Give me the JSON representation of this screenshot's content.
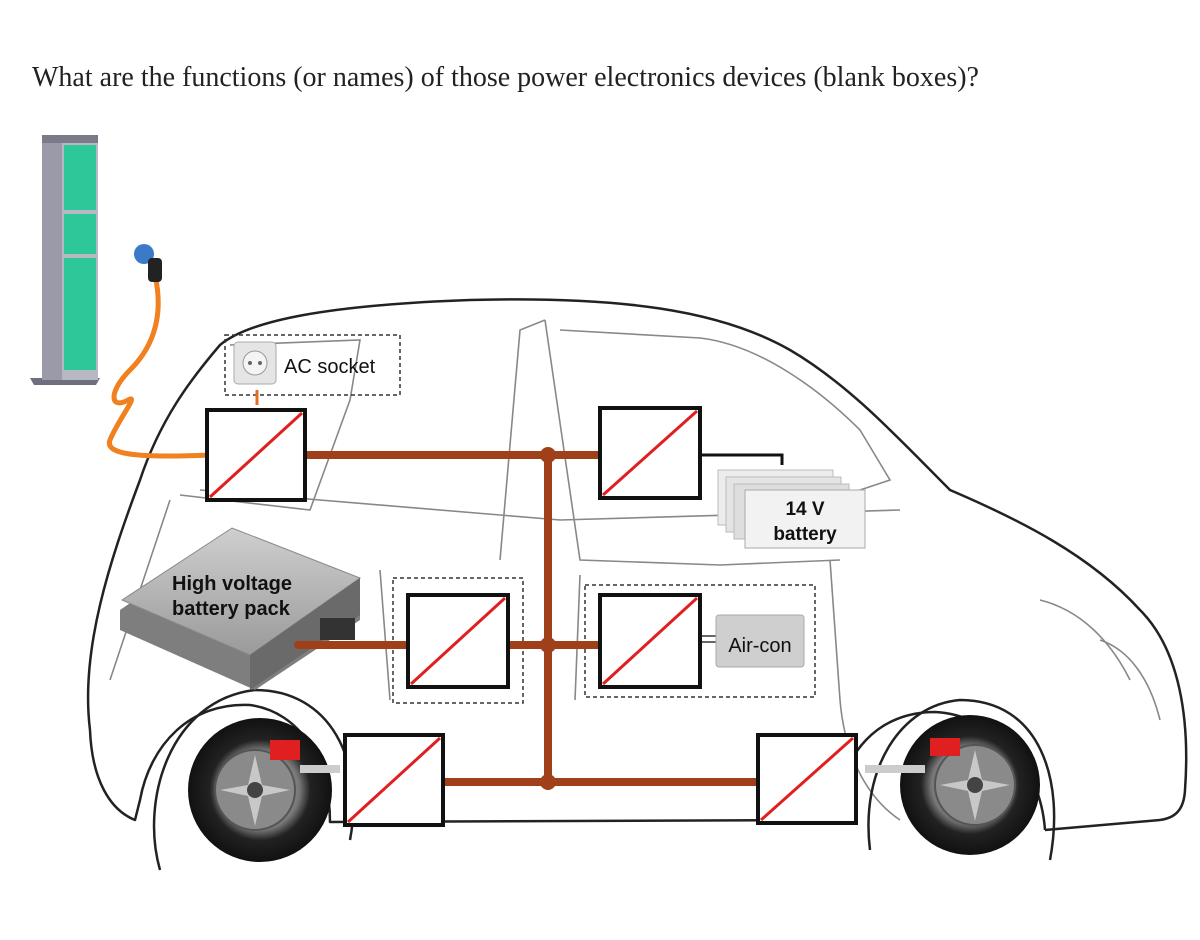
{
  "question": "What are the functions (or names) of those power electronics devices (blank boxes)?",
  "labels": {
    "ac_socket": "AC socket",
    "battery_14v_line1": "14 V",
    "battery_14v_line2": "battery",
    "hv_battery_line1": "High voltage",
    "hv_battery_line2": "battery pack",
    "aircon": "Air-con"
  },
  "colors": {
    "bus": "#a0401a",
    "converter_diagonal": "#e02020",
    "charger_pole": "#2ec79a",
    "cable": "#f08020"
  }
}
